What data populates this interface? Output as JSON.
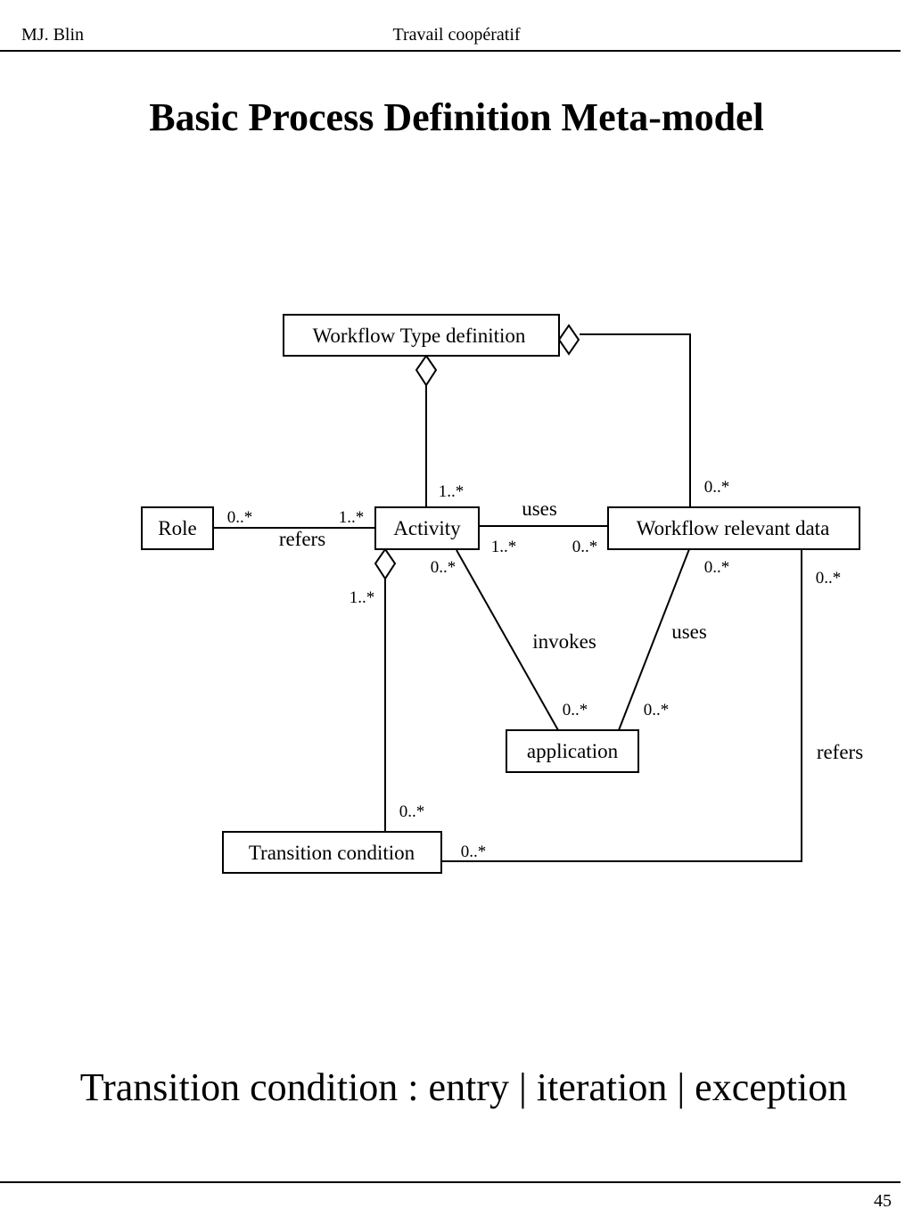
{
  "header": {
    "author": "MJ. Blin",
    "course": "Travail coopératif"
  },
  "title": "Basic Process Definition Meta-model",
  "diagram": {
    "classes": {
      "workflow_type": "Workflow Type definition",
      "role": "Role",
      "activity": "Activity",
      "workflow_data": "Workflow relevant data",
      "application": "application",
      "transition": "Transition condition"
    },
    "associations": {
      "role_activity": "refers",
      "activity_data": "uses",
      "activity_application": "invokes",
      "data_application": "uses",
      "data_transition": "refers"
    },
    "multiplicities": {
      "wtd_activity": "1..*",
      "wtd_data": "0..*",
      "role_side": "0..*",
      "activity_role_side": "1..*",
      "activity_data_side": "1..*",
      "data_activity_side": "0..*",
      "activity_app_side": "0..*",
      "data_app_side": "0..*",
      "data_transition_side": "0..*",
      "activity_transition_side": "1..*",
      "app_activity_side": "0..*",
      "app_data_side": "0..*",
      "transition_activity_side": "0..*",
      "transition_data_side": "0..*"
    }
  },
  "footnote": "Transition condition : entry | iteration | exception",
  "page_number": "45"
}
